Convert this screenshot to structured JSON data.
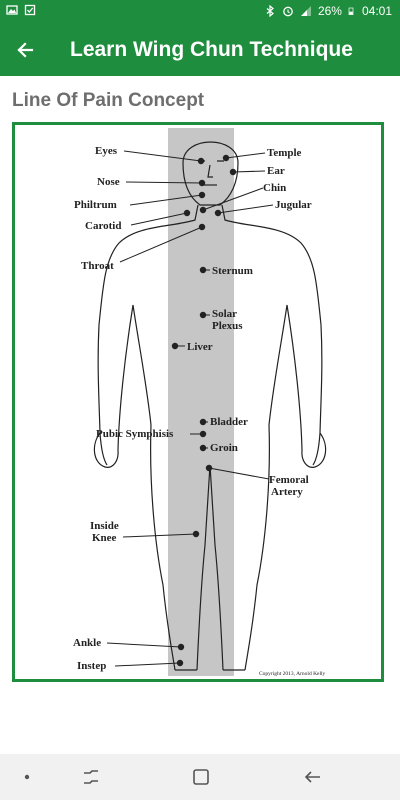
{
  "status_bar": {
    "battery": "26%",
    "time": "04:01"
  },
  "app_bar": {
    "title": "Learn Wing Chun Technique"
  },
  "content": {
    "section_title": "Line Of Pain Concept"
  },
  "figure": {
    "labels": {
      "eyes": "Eyes",
      "temple": "Temple",
      "ear": "Ear",
      "nose": "Nose",
      "chin": "Chin",
      "philtrum": "Philtrum",
      "jugular": "Jugular",
      "carotid": "Carotid",
      "throat": "Throat",
      "sternum": "Sternum",
      "solar1": "Solar",
      "solar2": "Plexus",
      "liver": "Liver",
      "bladder": "Bladder",
      "pubic": "Pubic Symphisis",
      "groin": "Groin",
      "femoral1": "Femoral",
      "femoral2": "Artery",
      "knee1": "Inside",
      "knee2": "Knee",
      "ankle": "Ankle",
      "instep": "Instep"
    },
    "copyright": "Copyright 2013, Arnold Kelly"
  }
}
